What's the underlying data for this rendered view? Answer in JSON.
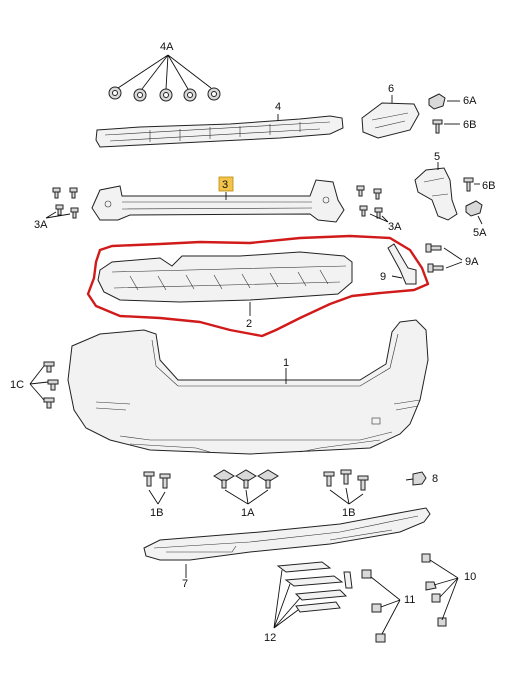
{
  "labels": {
    "l4A": "4A",
    "l4": "4",
    "l6": "6",
    "l6A": "6A",
    "l6B_top": "6B",
    "l5": "5",
    "l6B_mid": "6B",
    "l5A": "5A",
    "l3": "3",
    "l3A_left": "3A",
    "l3A_right": "3A",
    "l9": "9",
    "l9A": "9A",
    "l2": "2",
    "l1": "1",
    "l1C": "1C",
    "l8": "8",
    "l1B_left": "1B",
    "l1A": "1A",
    "l1B_right": "1B",
    "l7": "7",
    "l10": "10",
    "l11": "11",
    "l12": "12"
  },
  "colors": {
    "highlight_box": "#f4c44a",
    "selection_outline": "#d11a1a",
    "line": "#111111"
  }
}
